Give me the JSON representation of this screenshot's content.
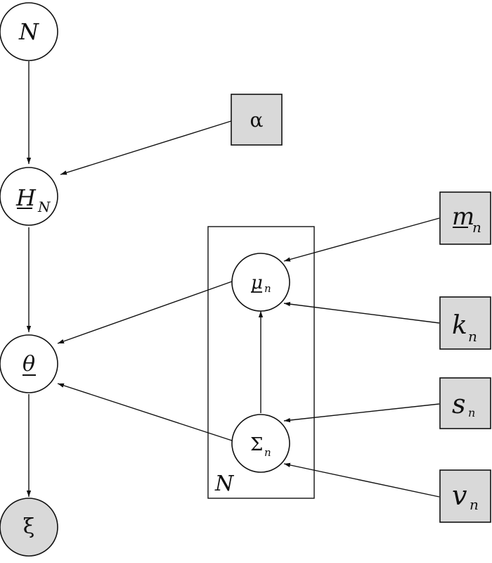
{
  "nodes": {
    "N": {
      "main": "N",
      "sub": ""
    },
    "H": {
      "main": "H",
      "sub": "N"
    },
    "theta": {
      "main": "θ",
      "sub": ""
    },
    "xi": {
      "main": "ξ",
      "sub": ""
    },
    "mu": {
      "main": "μ",
      "sub": "n"
    },
    "sigma": {
      "main": "Σ",
      "sub": "n"
    }
  },
  "params": {
    "alpha": {
      "main": "α",
      "sub": ""
    },
    "m": {
      "main": "m",
      "sub": "n"
    },
    "k": {
      "main": "k",
      "sub": "n"
    },
    "s": {
      "main": "s",
      "sub": "n"
    },
    "v": {
      "main": "v",
      "sub": "n"
    }
  },
  "plate": {
    "label": "N"
  },
  "colors": {
    "observed_fill": "#d9d9d9",
    "stroke": "#111111",
    "background": "#ffffff"
  }
}
